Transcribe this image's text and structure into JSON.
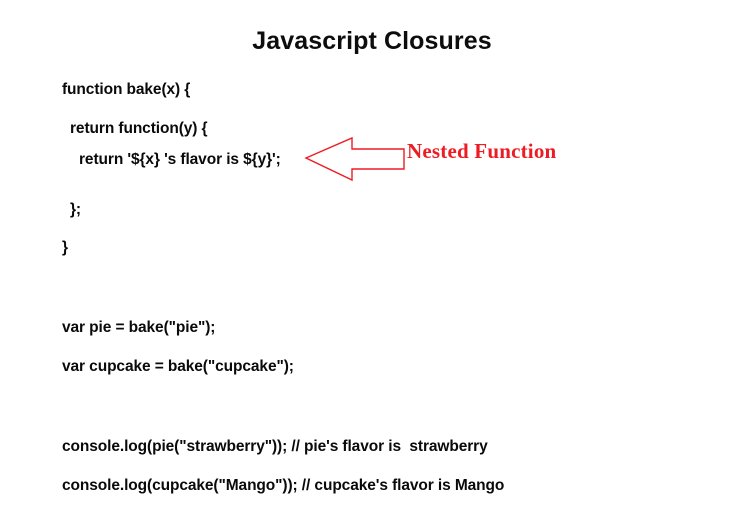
{
  "slide": {
    "title": "Javascript Closures",
    "background_color": "#ffffff",
    "text_color": "#0a0a0a"
  },
  "code": {
    "lines": [
      {
        "text": "function bake(x) {",
        "indent": 0
      },
      {
        "text": "return function(y) {",
        "indent": 1
      },
      {
        "text": "return '${x} 's flavor is ${y}';",
        "indent": 2
      },
      {
        "text": "};",
        "indent": 1
      },
      {
        "text": "}",
        "indent": 0
      },
      {
        "text": "var pie = bake(\"pie\");",
        "indent": 0
      },
      {
        "text": "var cupcake = bake(\"cupcake\");",
        "indent": 0
      },
      {
        "text": "console.log(pie(\"strawberry\")); // pie's flavor is  strawberry",
        "indent": 0
      },
      {
        "text": "console.log(cupcake(\"Mango\")); // cupcake's flavor is Mango",
        "indent": 0
      }
    ]
  },
  "annotation": {
    "label": "Nested Function",
    "color": "#ed1c24",
    "arrow_direction": "left",
    "points_to_line": "return '${x} 's flavor is ${y}';"
  }
}
